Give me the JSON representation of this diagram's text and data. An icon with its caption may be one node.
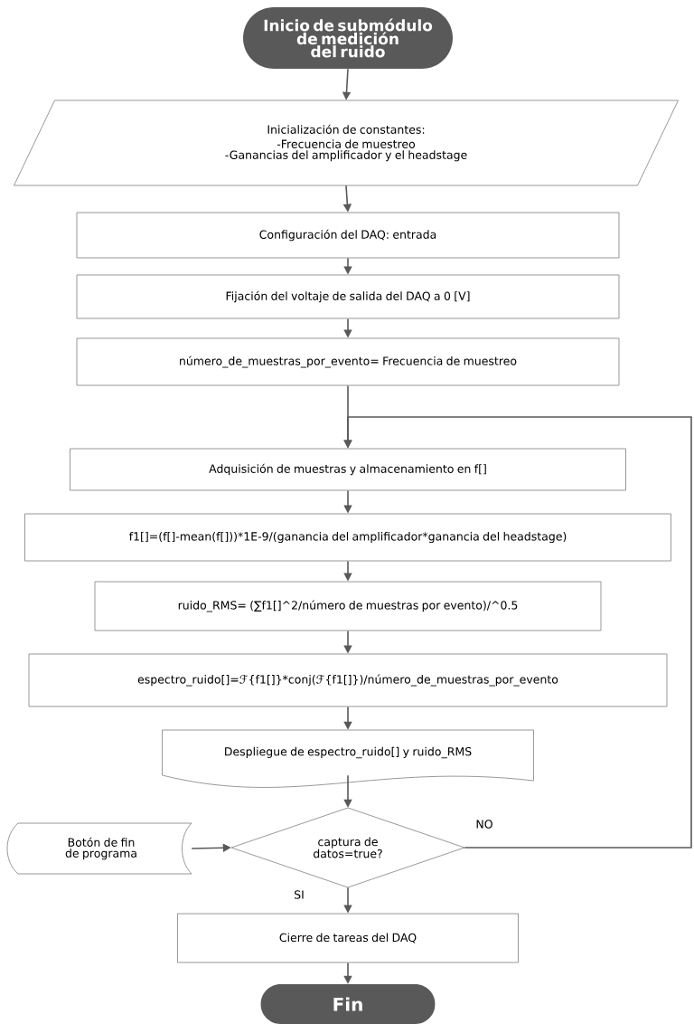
{
  "diagram": {
    "nodes": [
      {
        "text": [
          "Inicio de submódulo de medición del ruido"
        ]
      },
      {
        "text": [
          "Inicialización de constantes:",
          "-Frecuencia de muestreo",
          "-Ganancias del amplificador y el headstage"
        ]
      },
      {
        "text": [
          "Configuración del DAQ: entrada"
        ]
      },
      {
        "text": [
          "Fijación del voltaje de salida del DAQ a 0 [V]"
        ]
      },
      {
        "text": [
          "número_de_muestras_por_evento= Frecuencia de muestreo"
        ]
      },
      {
        "text": [
          "Adquisición de muestras y almacenamiento en f[]"
        ]
      },
      {
        "text": [
          "f1[]=(f[]-mean(f[]))*1E-9/(ganancia del amplificador*ganancia del headstage)"
        ]
      },
      {
        "text": [
          "ruido_RMS= (∑f1[]^2/número de muestras por evento)/^0.5"
        ]
      },
      {
        "text": [
          "espectro_ruido[]=ℱ{f1[]}*conj(ℱ{f1[]})/número_de_muestras_por_evento"
        ]
      },
      {
        "text": [
          "Despliegue de espectro_ruido[] y ruido_RMS"
        ]
      },
      {
        "text": [
          "Botón de fin de programa"
        ]
      },
      {
        "text": [
          "captura de datos=true?"
        ]
      },
      {
        "text": [
          "Cierre de tareas del DAQ"
        ]
      },
      {
        "text": [
          "Fin"
        ]
      }
    ],
    "edges": [
      {
        "from": 0,
        "to": 1,
        "arrow": "to"
      },
      {
        "from": 1,
        "to": 2,
        "arrow": "to"
      },
      {
        "from": 2,
        "to": 3,
        "arrow": "to"
      },
      {
        "from": 3,
        "to": 4,
        "arrow": "to"
      },
      {
        "from": 4,
        "to": 5,
        "arrow": "to"
      },
      {
        "from": 5,
        "to": 6,
        "arrow": "to"
      },
      {
        "from": 6,
        "to": 7,
        "arrow": "to"
      },
      {
        "from": 7,
        "to": 8,
        "arrow": "to"
      },
      {
        "from": 8,
        "to": 9,
        "arrow": "to"
      },
      {
        "from": 9,
        "to": 11,
        "arrow": "to"
      },
      {
        "from": 10,
        "to": 11,
        "arrow": "to"
      },
      {
        "from": 11,
        "to": 12,
        "arrow": "to",
        "label": "SI"
      },
      {
        "from": 12,
        "to": 13,
        "arrow": "to"
      },
      {
        "from": 11,
        "to": 5,
        "arrow": "to",
        "label": "NO"
      }
    ]
  }
}
